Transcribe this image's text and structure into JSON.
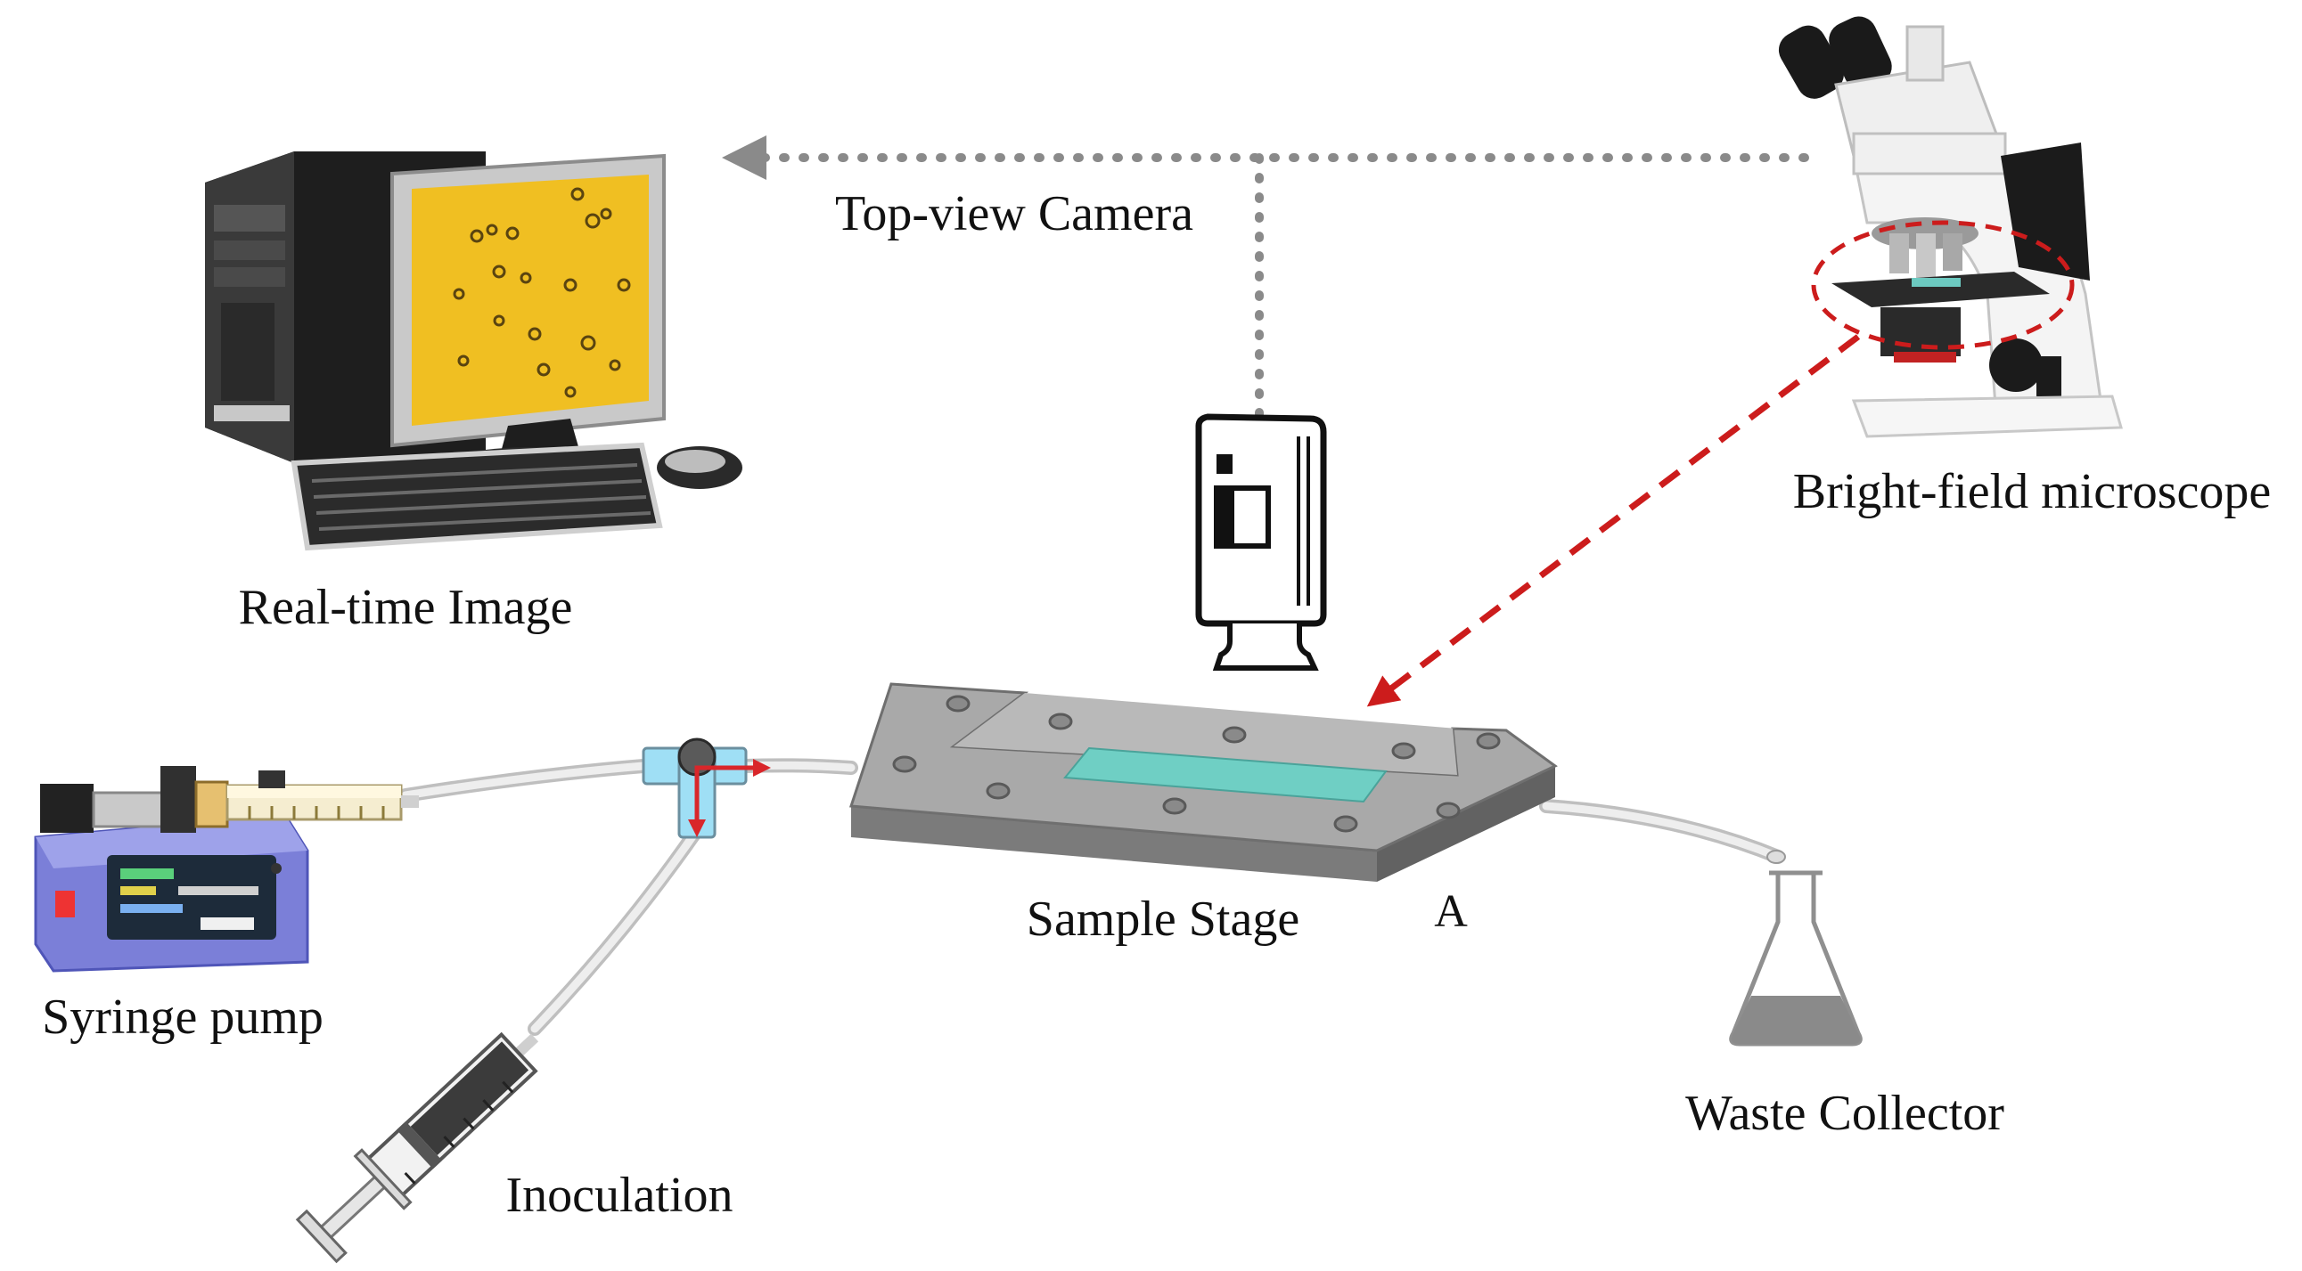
{
  "labels": {
    "computer": "Real-time Image",
    "camera": "Top-view Camera",
    "microscope": "Bright-field microscope",
    "stage": "Sample Stage",
    "panel_letter": "A",
    "pump": "Syringe pump",
    "inoculation": "Inoculation",
    "waste": "Waste Collector"
  },
  "colors": {
    "monitor_screen": "#f0bf22",
    "cell_dots": "#5a4410",
    "stage_body": "#8f8f8f",
    "stage_top": "#b4b4b4",
    "channel": "#6fcfc4",
    "microscope_link": "#cc1c1c",
    "camera_link": "#8a8a8a",
    "pump_body": "#7b7fd8",
    "pump_screen": "#1d2b3a",
    "valve": "#7fd3f0",
    "valve_flow": "#d9262a",
    "waste_liquid": "#8a8a8a",
    "tubing": "#d8d8d8"
  },
  "icons": {
    "computer": "desktop-computer-icon",
    "camera": "camera-icon",
    "microscope": "microscope-icon",
    "pump": "syringe-pump-icon",
    "syringe": "syringe-icon",
    "flask": "erlenmeyer-flask-icon",
    "valve": "three-way-valve-icon"
  }
}
